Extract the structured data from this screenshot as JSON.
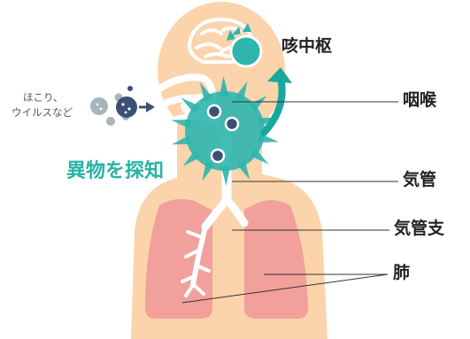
{
  "labels": {
    "cough_center": "咳中枢",
    "pharynx": "咽喉",
    "trachea": "気管",
    "bronchi": "気管支",
    "lungs": "肺",
    "dust_line1": "ほこり、",
    "dust_line2": "ウイルスなど",
    "detect": "異物を探知"
  },
  "colors": {
    "skin": "#fbd4ab",
    "lung": "#f1a09c",
    "airway": "#ffffff",
    "virus": "#2db5ae",
    "accent": "#1aa89e",
    "particle_dark": "#3c5076",
    "particle_grey": "#a8b4bb",
    "leader_line": "#333333"
  }
}
